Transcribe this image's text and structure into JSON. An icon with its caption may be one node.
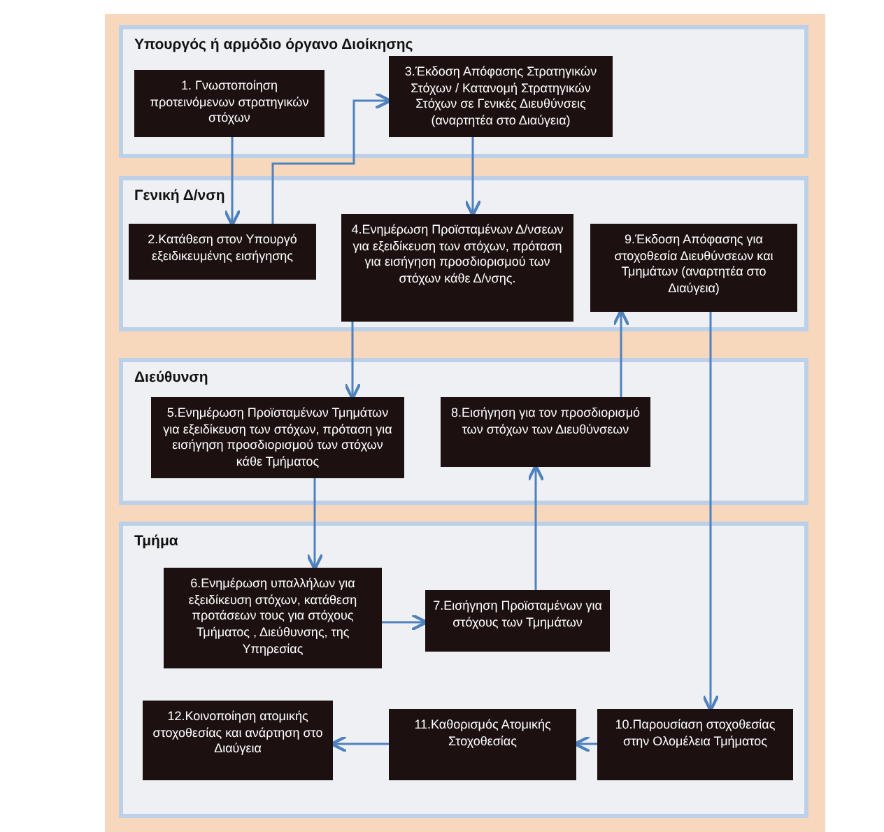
{
  "diagram": {
    "nodes": [
      {
        "text": [
          "Υπουργός ή αρμόδιο όργανο Διοίκησης"
        ]
      },
      {
        "text": [
          "Γενική Δ/νση"
        ]
      },
      {
        "text": [
          "Διεύθυνση"
        ]
      },
      {
        "text": [
          "Τμήμα"
        ]
      },
      {
        "text": [
          "1. Γνωστοποίηση προτεινόμενων στρατηγικών στόχων"
        ],
        "in": 0
      },
      {
        "text": [
          "3.Έκδοση Απόφασης Στρατηγικών Στόχων / Κατανομή Στρατηγικών Στόχων σε Γενικές Διευθύνσεις (αναρτητέα στο Διαύγεια)"
        ],
        "in": 0
      },
      {
        "text": [
          "2.Κατάθεση στον Υπουργό εξειδικευμένης εισήγησης"
        ],
        "in": 1
      },
      {
        "text": [
          "4.Ενημέρωση Προϊσταμένων Δ/νσεων για εξειδίκευση των στόχων, πρόταση για εισήγηση προσδιορισμού των στόχων κάθε Δ/νσης."
        ],
        "in": 1
      },
      {
        "text": [
          "9.Έκδοση Απόφασης για στοχοθεσία Διευθύνσεων και Τμημάτων (αναρτητέα στο Διαύγεια)"
        ],
        "in": 1
      },
      {
        "text": [
          "5.Ενημέρωση Προϊσταμένων Τμημάτων για εξειδίκευση των στόχων, πρόταση για εισήγηση προσδιορισμού των στόχων κάθε Τμήματος"
        ],
        "in": 2
      },
      {
        "text": [
          "8.Εισήγηση για τον προσδιορισμό των στόχων των Διευθύνσεων"
        ],
        "in": 2
      },
      {
        "text": [
          "6.Ενημέρωση υπαλλήλων για εξειδίκευση στόχων, κατάθεση προτάσεων τους για στόχους Τμήματος , Διεύθυνσης, της Υπηρεσίας"
        ],
        "in": 3
      },
      {
        "text": [
          "7.Εισήγηση Προϊσταμένων για στόχους των Τμημάτων"
        ],
        "in": 3
      },
      {
        "text": [
          "12.Κοινοποίηση ατομικής στοχοθεσίας και ανάρτηση στο Διαύγεια"
        ],
        "in": 3
      },
      {
        "text": [
          "11.Καθορισμός Ατομικής Στοχοθεσίας"
        ],
        "in": 3
      },
      {
        "text": [
          "10.Παρουσίαση στοχοθεσίας στην Ολομέλεια Τμήματος"
        ],
        "in": 3
      }
    ],
    "edges": [
      {
        "from": 4,
        "to": 6,
        "arrow": "to"
      },
      {
        "from": 6,
        "to": 5,
        "arrow": "to"
      },
      {
        "from": 5,
        "to": 7,
        "arrow": "to"
      },
      {
        "from": 7,
        "to": 9,
        "arrow": "to"
      },
      {
        "from": 9,
        "to": 11,
        "arrow": "to"
      },
      {
        "from": 11,
        "to": 12,
        "arrow": "to"
      },
      {
        "from": 12,
        "to": 10,
        "arrow": "to"
      },
      {
        "from": 10,
        "to": 8,
        "arrow": "to"
      },
      {
        "from": 8,
        "to": 15,
        "arrow": "to"
      },
      {
        "from": 15,
        "to": 14,
        "arrow": "to"
      },
      {
        "from": 14,
        "to": 13,
        "arrow": "to"
      }
    ]
  }
}
